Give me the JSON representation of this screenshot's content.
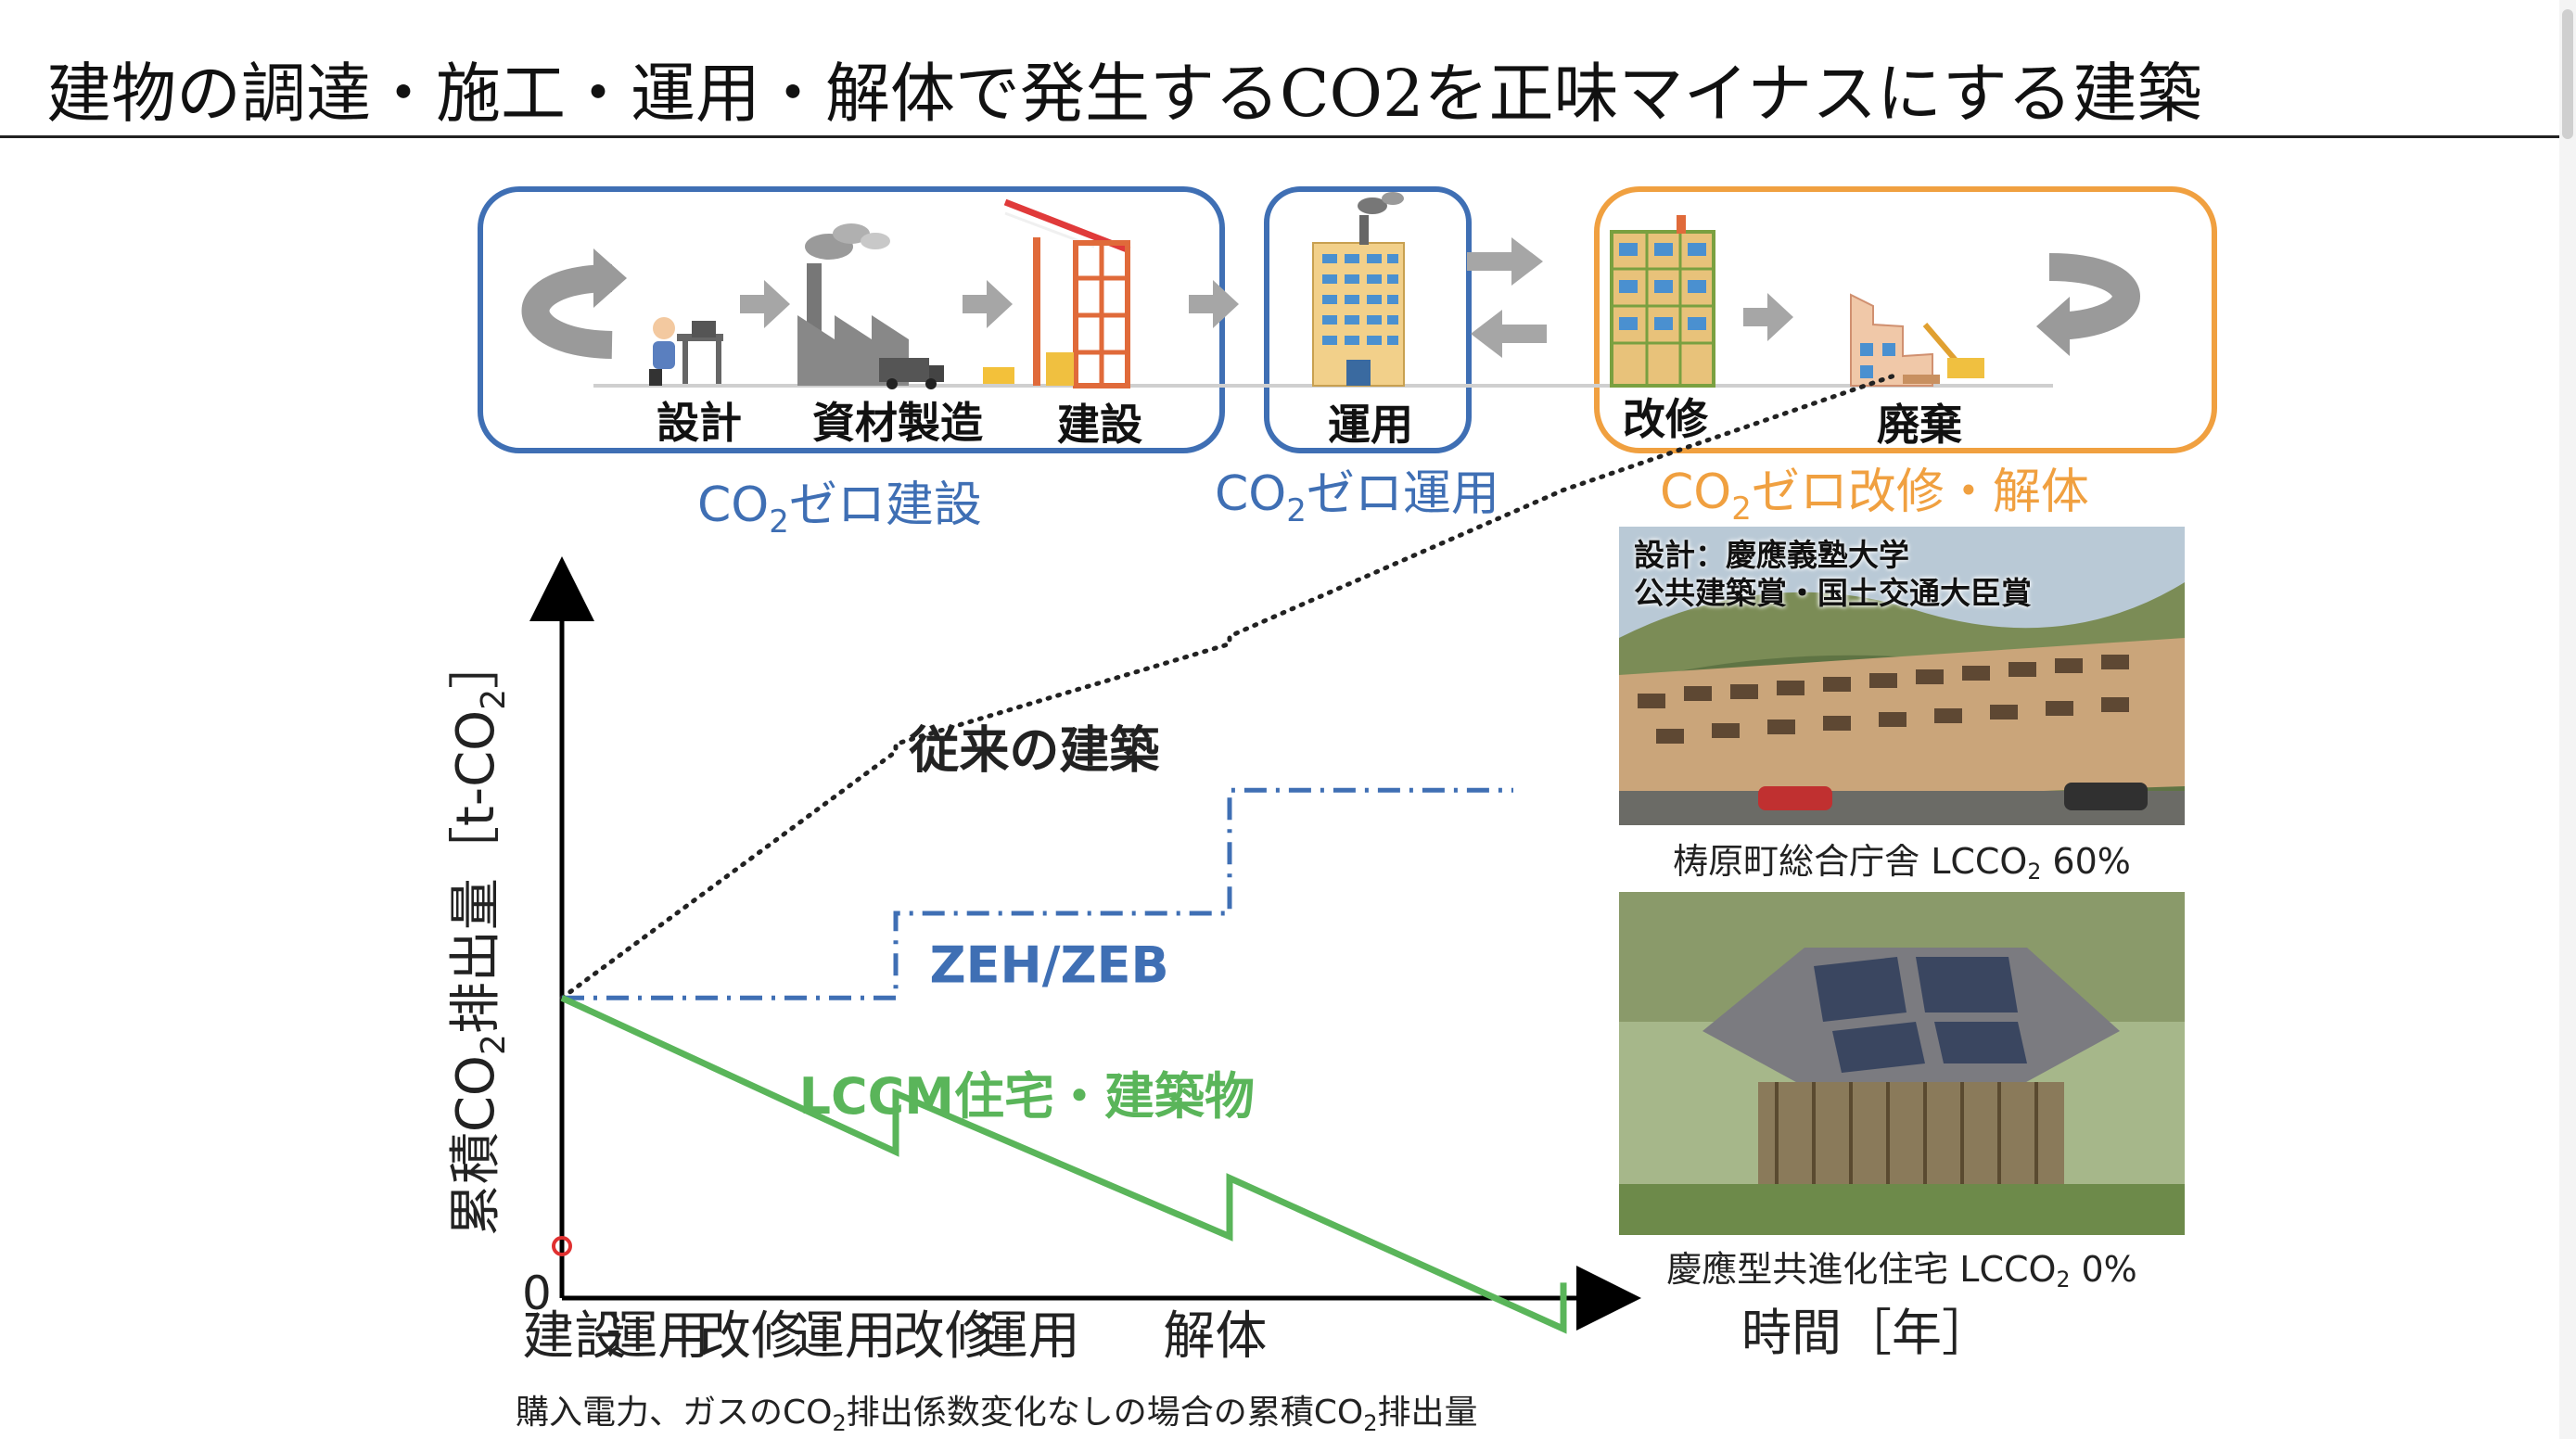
{
  "slide": {
    "title": "建物の調達・施工・運用・解体で発生するCO2を正味マイナスにする建築"
  },
  "lifecycle": {
    "groups": [
      {
        "caption_main": "CO",
        "caption_sub": "2",
        "caption_rest": "ゼロ建設",
        "color": "#3f6fb4"
      },
      {
        "caption_main": "CO",
        "caption_sub": "2",
        "caption_rest": "ゼロ運用",
        "color": "#3f6fb4"
      },
      {
        "caption_main": "CO",
        "caption_sub": "2",
        "caption_rest": "ゼロ改修・解体",
        "color": "#f0a040"
      }
    ],
    "stages": [
      "設計",
      "資材製造",
      "建設",
      "運用",
      "改修",
      "廃棄"
    ]
  },
  "photos": [
    {
      "overlay_line1": "設計：慶應義塾大学",
      "overlay_line2": "公共建築賞・国土交通大臣賞",
      "caption_main": "梼原町総合庁舎 LCCO",
      "caption_sub": "2",
      "caption_rest": " 60%"
    },
    {
      "caption_main": "慶應型共進化住宅 LCCO",
      "caption_sub": "2",
      "caption_rest": " 0%"
    }
  ],
  "chart_data": {
    "type": "line",
    "ylabel_main": "累積CO",
    "ylabel_sub": "2",
    "ylabel_rest": "排出量［t-CO",
    "ylabel_sub2": "2",
    "ylabel_end": "］",
    "y_origin_label": "0",
    "xlabel": "時間［年］",
    "phase_labels": [
      "建設",
      "運用",
      "改修",
      "運用",
      "改修",
      "運用",
      "解体"
    ],
    "series": [
      {
        "name": "従来の建築",
        "style": "dotted",
        "color": "#222222",
        "points": [
          [
            0,
            1.95
          ],
          [
            1.0,
            3.55
          ],
          [
            1.0,
            3.6
          ],
          [
            2.0,
            4.25
          ],
          [
            2.0,
            4.3
          ],
          [
            3.0,
            5.25
          ],
          [
            4.0,
            6.0
          ]
        ]
      },
      {
        "name": "ZEH/ZEB",
        "style": "dashdot",
        "color": "#3f6fb4",
        "points": [
          [
            0,
            1.95
          ],
          [
            1.0,
            1.95
          ],
          [
            1.0,
            2.5
          ],
          [
            2.0,
            2.5
          ],
          [
            2.0,
            3.3
          ],
          [
            2.85,
            3.3
          ]
        ]
      },
      {
        "name": "LCCM住宅・建築物",
        "style": "solid",
        "color": "#5ab55a",
        "points": [
          [
            0,
            1.95
          ],
          [
            1.0,
            0.95
          ],
          [
            1.0,
            1.33
          ],
          [
            2.0,
            0.4
          ],
          [
            2.0,
            0.78
          ],
          [
            3.0,
            -0.2
          ],
          [
            3.0,
            0.1
          ]
        ]
      }
    ],
    "footnote_main": "購入電力、ガスのCO",
    "footnote_sub": "2",
    "footnote_mid": "排出係数変化なしの場合の累積CO",
    "footnote_sub2": "2",
    "footnote_end": "排出量"
  },
  "colors": {
    "blue": "#3f6fb4",
    "orange": "#f0a040",
    "green": "#5ab55a",
    "dark": "#222222",
    "gray_arrow": "#a6a6a6"
  }
}
